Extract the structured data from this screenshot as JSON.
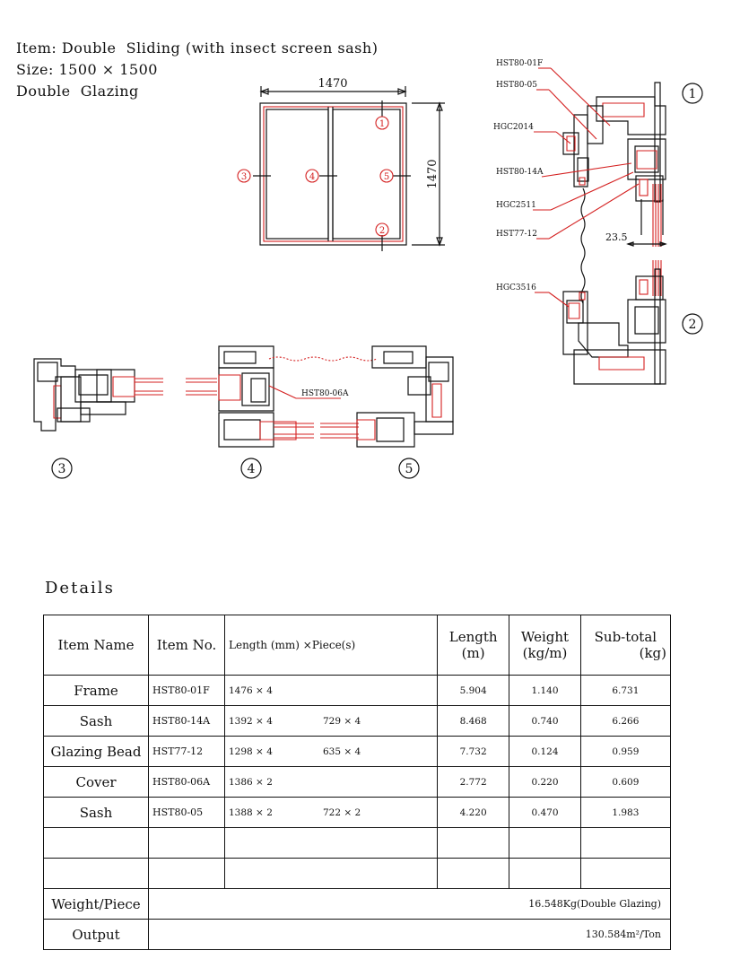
{
  "header": {
    "item": "Item: Double  Sliding (with insect screen sash)",
    "size": "Size: 1500 × 1500",
    "glazing": "Double  Glazing"
  },
  "front_view": {
    "width_dim": "1470",
    "height_dim": "1470",
    "markers": [
      "1",
      "2",
      "3",
      "4",
      "5"
    ]
  },
  "section_labels": {
    "hst80_01f": "HST80-01F",
    "hst80_05": "HST80-05",
    "hgc2014": "HGC2014",
    "hst80_14a": "HST80-14A",
    "hgc2511": "HGC2511",
    "hst77_12": "HST77-12",
    "hgc3516": "HGC3516",
    "hst80_06a": "HST80-06A",
    "dim_235": "23.5"
  },
  "section_markers": {
    "m1": "1",
    "m2": "2",
    "m3": "3",
    "m4": "4",
    "m5": "5"
  },
  "details": {
    "title": "Details",
    "headers": {
      "item_name": "Item Name",
      "item_no": "Item No.",
      "length_piece": "Length (mm) ×Piece(s)",
      "length_m_1": "Length",
      "length_m_2": "(m)",
      "weight_1": "Weight",
      "weight_2": "(kg/m)",
      "subtotal_1": "Sub-total",
      "subtotal_2": "(kg)"
    },
    "rows": [
      {
        "name": "Frame",
        "no": "HST80-01F",
        "len_a": "1476 × 4",
        "len_b": "",
        "length": "5.904",
        "weight": "1.140",
        "subtotal": "6.731"
      },
      {
        "name": "Sash",
        "no": "HST80-14A",
        "len_a": "1392 × 4",
        "len_b": "729 × 4",
        "length": "8.468",
        "weight": "0.740",
        "subtotal": "6.266"
      },
      {
        "name": "Glazing Bead",
        "no": "HST77-12",
        "len_a": "1298 × 4",
        "len_b": "635 × 4",
        "length": "7.732",
        "weight": "0.124",
        "subtotal": "0.959"
      },
      {
        "name": "Cover",
        "no": "HST80-06A",
        "len_a": "1386 × 2",
        "len_b": "",
        "length": "2.772",
        "weight": "0.220",
        "subtotal": "0.609"
      },
      {
        "name": "Sash",
        "no": "HST80-05",
        "len_a": "1388 × 2",
        "len_b": "722 × 2",
        "length": "4.220",
        "weight": "0.470",
        "subtotal": "1.983"
      },
      {
        "name": "",
        "no": "",
        "len_a": "",
        "len_b": "",
        "length": "",
        "weight": "",
        "subtotal": ""
      },
      {
        "name": "",
        "no": "",
        "len_a": "",
        "len_b": "",
        "length": "",
        "weight": "",
        "subtotal": ""
      }
    ],
    "weight_piece_label": "Weight/Piece",
    "weight_piece_value": "16.548Kg(Double  Glazing)",
    "output_label": "Output",
    "output_value": "130.584m²/Ton"
  },
  "colors": {
    "red": "#d42020",
    "ink": "#111111"
  }
}
